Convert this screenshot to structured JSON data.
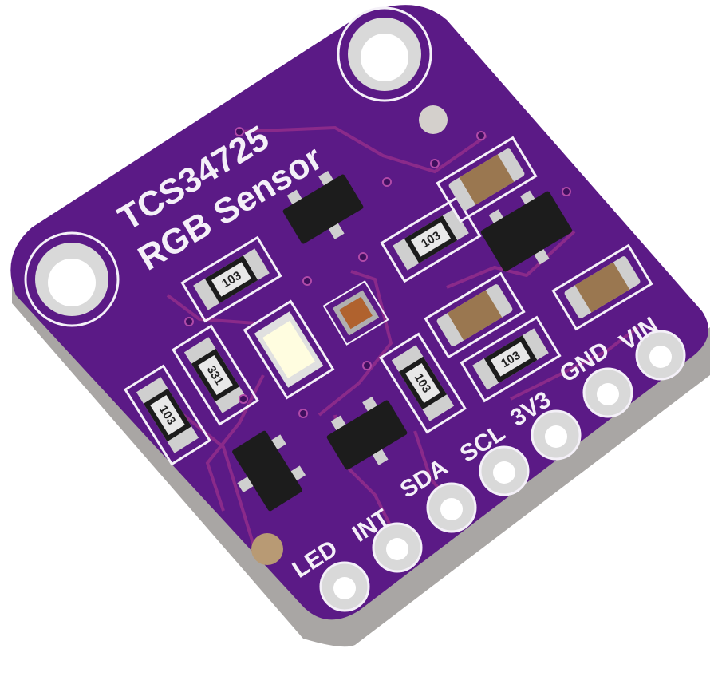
{
  "board": {
    "title": "TCS34725",
    "subtitle": "RGB Sensor",
    "pins": [
      "LED",
      "INT",
      "SDA",
      "SCL",
      "3V3",
      "GND",
      "VIN"
    ],
    "resistor_codes": [
      "103",
      "103",
      "331",
      "103",
      "103",
      "103"
    ]
  },
  "colors": {
    "pcb": "#5b1a86",
    "pcb_dark": "#3e0f5e",
    "trace": "#8a2a8a",
    "silkscreen": "#f4f0f8",
    "edge": "#a9a6a4",
    "pad": "#cfcfcf",
    "chip": "#1c1c1c",
    "capacitor": "#9a7750",
    "led": "#fffde0"
  }
}
